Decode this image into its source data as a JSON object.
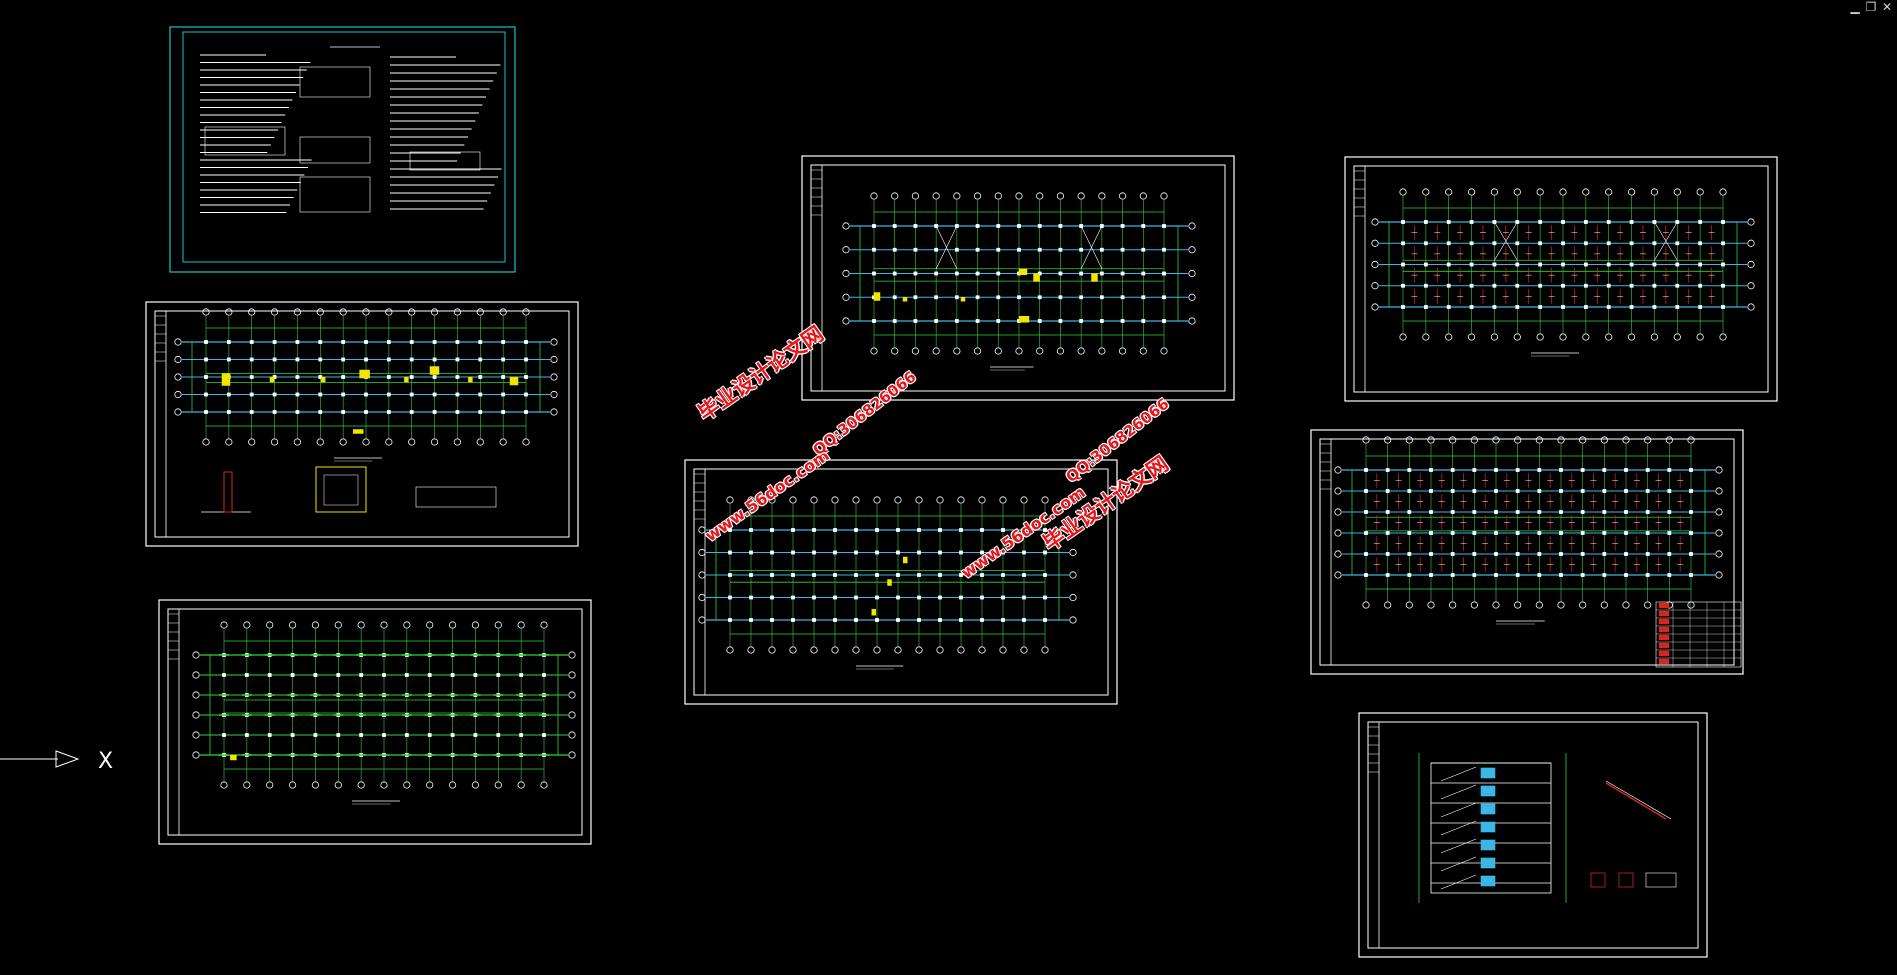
{
  "window": {
    "min_glyph": "▁",
    "restore_glyph": "❐",
    "close_glyph": "✕"
  },
  "colors": {
    "background": "#000000",
    "frame": "#ffffff",
    "frame_notes": "#19c3c8",
    "axis_green": "#2fd33a",
    "column_cyan": "#3ab7e6",
    "wall_teal": "#2c9aa8",
    "highlight_yellow": "#f3e500",
    "rebar_red": "#d8261d",
    "watermark_red": "#e8141a"
  },
  "ucs": {
    "axis_label": "X",
    "icon_name": "ucs-x-arrow-icon"
  },
  "sheets": [
    {
      "id": "design-notes",
      "kind": "notes"
    },
    {
      "id": "foundation-plan",
      "kind": "plan-detail"
    },
    {
      "id": "column-plan",
      "kind": "column-grid"
    },
    {
      "id": "floor-plan-1",
      "kind": "plan-braced"
    },
    {
      "id": "floor-plan-2",
      "kind": "plan-plain"
    },
    {
      "id": "roof-plan-1",
      "kind": "plan-rebar-braced"
    },
    {
      "id": "roof-plan-2",
      "kind": "plan-rebar-table"
    },
    {
      "id": "stair-section",
      "kind": "stair"
    }
  ],
  "watermarks": [
    {
      "line1": "毕业设计论文网",
      "line2": "www.56doc.com",
      "line3": "QQ:306826066"
    },
    {
      "line1": "毕业设计论文网",
      "line2": "www.56doc.com",
      "line3": "QQ:306826066"
    }
  ]
}
